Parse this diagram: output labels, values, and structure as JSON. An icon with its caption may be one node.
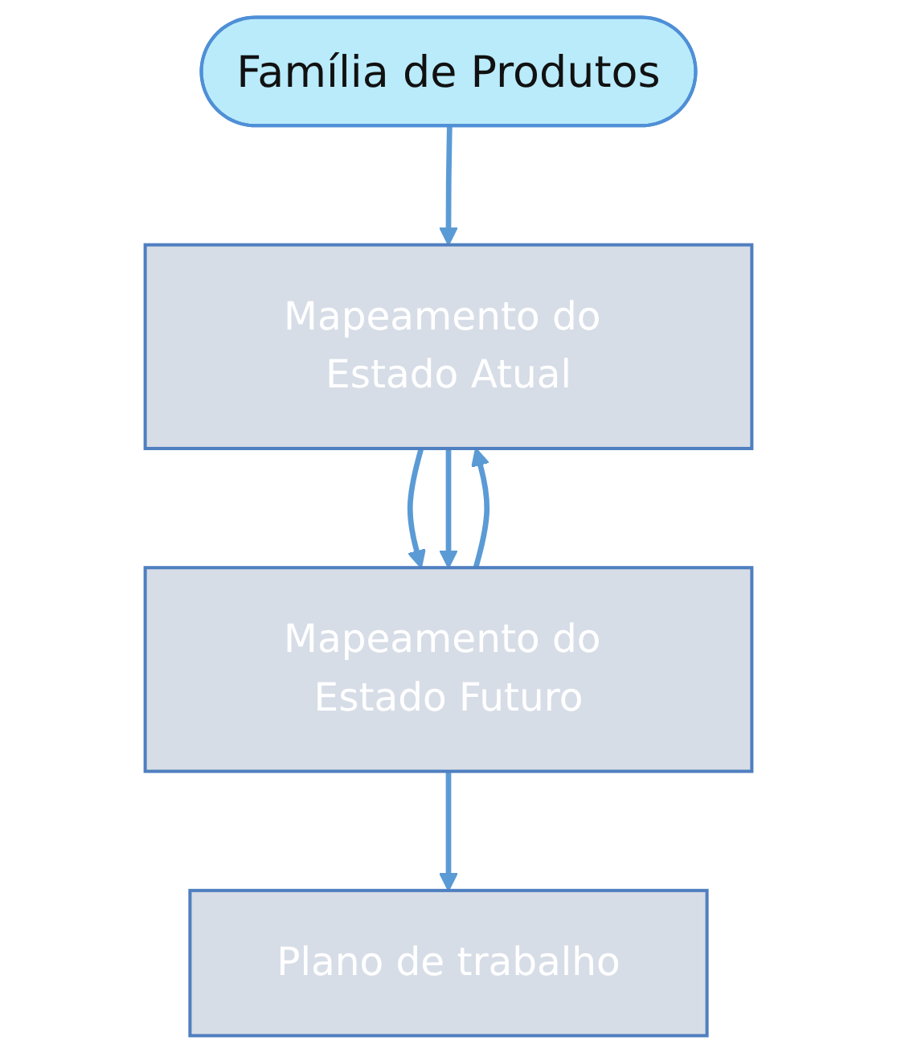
{
  "diagram": {
    "nodes": [
      {
        "text": [
          "Família de Produtos"
        ]
      },
      {
        "text": [
          "Mapeamento do Estado Atual"
        ]
      },
      {
        "text": [
          "Mapeamento do Estado Futuro"
        ]
      },
      {
        "text": [
          "Plano de trabalho"
        ]
      }
    ],
    "edges": [
      {
        "from": 0,
        "to": 1,
        "arrow": "to"
      },
      {
        "from": 1,
        "to": 2,
        "arrow": "to"
      },
      {
        "from": 2,
        "to": 3,
        "arrow": "to"
      },
      {
        "from": 1,
        "to": 2,
        "arrow": "to"
      },
      {
        "from": 2,
        "to": 1,
        "arrow": "to"
      }
    ]
  }
}
